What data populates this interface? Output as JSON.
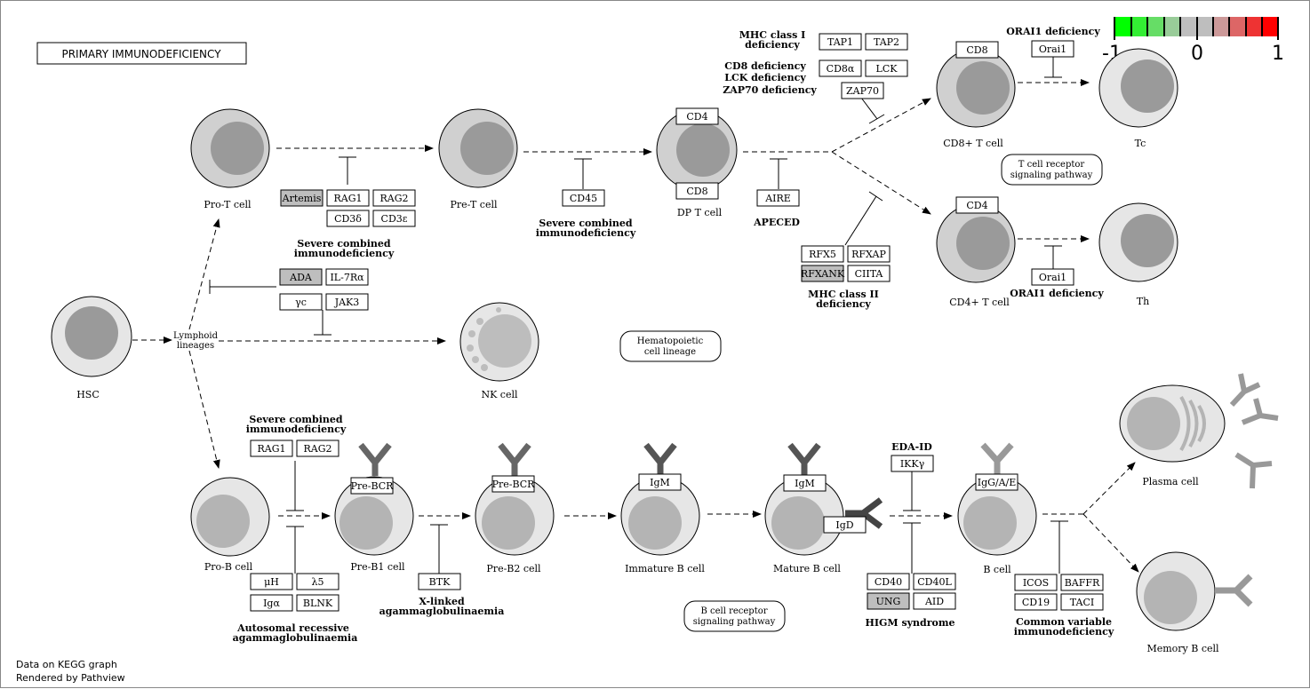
{
  "title": "PRIMARY IMMUNODEFICIENCY",
  "footer": {
    "line1": "Data on KEGG graph",
    "line2": "Rendered by Pathview"
  },
  "legend": {
    "colors": [
      "#00ff00",
      "#33ee33",
      "#66dd66",
      "#99cc99",
      "#bebebe",
      "#bebebe",
      "#cc9999",
      "#dd6666",
      "#ee3333",
      "#ff0000"
    ],
    "min_label": "-1",
    "mid_label": "0",
    "max_label": "1"
  },
  "colors": {
    "hit": "#bebebe",
    "down": "#cc0000"
  },
  "cells": {
    "hsc": "HSC",
    "pro_t": "Pro-T cell",
    "pre_t": "Pre-T cell",
    "dp_t": "DP T cell",
    "cd8_t": "CD8+ T cell",
    "tc": "Tc",
    "cd4_t": "CD4+ T cell",
    "th": "Th",
    "nk": "NK cell",
    "pro_b": "Pro-B cell",
    "pre_b1": "Pre-B1 cell",
    "pre_b2": "Pre-B2 cell",
    "immature_b": "Immature B cell",
    "mature_b": "Mature B cell",
    "b_cell": "B cell",
    "plasma": "Plasma cell",
    "memory_b": "Memory B cell",
    "lymphoid_1": "Lymphoid",
    "lymphoid_2": "lineages"
  },
  "genes": {
    "artemis": "Artemis",
    "rag1_t": "RAG1",
    "rag2_t": "RAG2",
    "cd3d": "CD3δ",
    "cd3e": "CD3ε",
    "ada": "ADA",
    "il7ra": "IL-7Rα",
    "gc": "γc",
    "jak3": "JAK3",
    "cd45": "CD45",
    "cd4_dp": "CD4",
    "cd8_dp": "CD8",
    "aire": "AIRE",
    "tap1": "TAP1",
    "tap2": "TAP2",
    "cd8a": "CD8α",
    "lck": "LCK",
    "zap70": "ZAP70",
    "cd8_top": "CD8",
    "orai1_top": "Orai1",
    "cd4_mid": "CD4",
    "orai1_mid": "Orai1",
    "rfx5": "RFX5",
    "rfxap": "RFXAP",
    "rfxank": "RFXANK",
    "ciita": "CIITA",
    "rag1_b": "RAG1",
    "rag2_b": "RAG2",
    "muh": "μH",
    "l5": "λ5",
    "iga": "Igα",
    "blnk": "BLNK",
    "prebcr1": "Pre-BCR",
    "prebcr2": "Pre-BCR",
    "btk": "BTK",
    "igm1": "IgM",
    "igm2": "IgM",
    "igd": "IgD",
    "ikky": "IKKγ",
    "igga": "IgG/A/E",
    "cd40": "CD40",
    "cd40l": "CD40L",
    "ung": "UNG",
    "aid": "AID",
    "icos": "ICOS",
    "baffr": "BAFFR",
    "cd19": "CD19",
    "taci": "TACI"
  },
  "diseases": {
    "scid_t_1": "Severe combined",
    "scid_t_2": "immunodeficiency",
    "scid_pret_1": "Severe combined",
    "scid_pret_2": "immunodeficiency",
    "apeced": "APECED",
    "mhc1_1": "MHC class I",
    "mhc1_2": "deficiency",
    "cd8def": "CD8 deficiency",
    "lckdef": "LCK deficiency",
    "zap70def": "ZAP70 deficiency",
    "orai1_top": "ORAI1 deficiency",
    "orai1_mid": "ORAI1 deficiency",
    "mhc2_1": "MHC class II",
    "mhc2_2": "deficiency",
    "scid_b_1": "Severe combined",
    "scid_b_2": "immunodeficiency",
    "ar_aga_1": "Autosomal recessive",
    "ar_aga_2": "agammaglobulinaemia",
    "xl_aga_1": "X-linked",
    "xl_aga_2": "agammaglobulinaemia",
    "edaid": "EDA-ID",
    "higm": "HIGM syndrome",
    "cvid_1": "Common variable",
    "cvid_2": "immunodeficiency"
  },
  "pathways": {
    "tcr_1": "T cell receptor",
    "tcr_2": "signaling pathway",
    "hema_1": "Hematopoietic",
    "hema_2": "cell lineage",
    "bcr_1": "B cell receptor",
    "bcr_2": "signaling pathway"
  }
}
